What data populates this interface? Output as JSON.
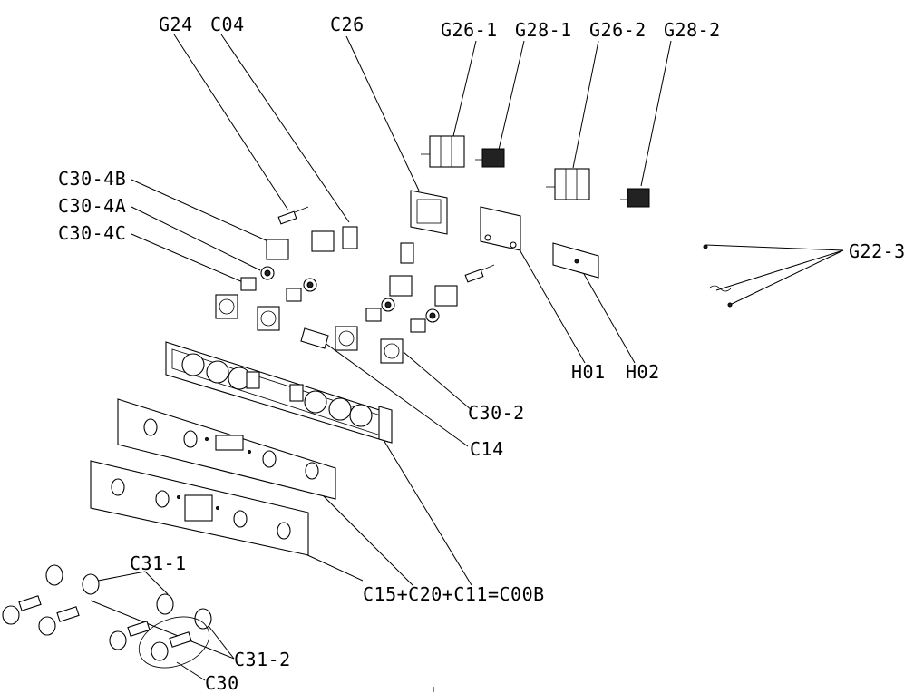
{
  "labels": {
    "g24": "G24",
    "c04": "C04",
    "c26": "C26",
    "g26_1": "G26-1",
    "g28_1": "G28-1",
    "g26_2": "G26-2",
    "g28_2": "G28-2",
    "c30_4b": "C30-4B",
    "c30_4a": "C30-4A",
    "c30_4c": "C30-4C",
    "g22_3": "G22-3",
    "h01": "H01",
    "h02": "H02",
    "c30_2": "C30-2",
    "c14": "C14",
    "c31_1": "C31-1",
    "c15_combo": "C15+C20+C11=C00B",
    "c31_2": "C31-2",
    "c30": "C30"
  }
}
